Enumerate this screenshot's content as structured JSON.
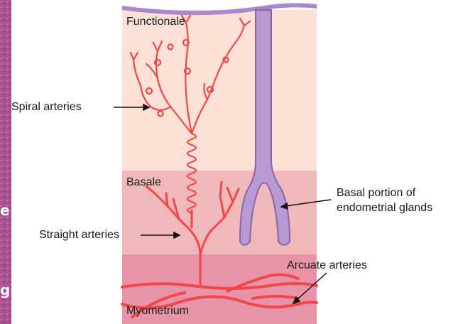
{
  "diagram": {
    "layers": {
      "functionale": "Functionale",
      "basale": "Basale",
      "myometrium": "Myometrium"
    },
    "callouts": {
      "spiral_arteries": "Spiral arteries",
      "straight_arteries": "Straight arteries",
      "basal_glands_line1": "Basal portion of",
      "basal_glands_line2": "endometrial glands",
      "arcuate_arteries": "Arcuate arteries"
    },
    "left_strip_glyphs": [
      "e",
      "g"
    ]
  },
  "colors": {
    "functionale": "#fde0d6",
    "basale": "#f0b9b9",
    "myometrium": "#e893a8",
    "artery": "#f04848",
    "gland_fill": "#b79ad1",
    "gland_stroke": "#8a63ad",
    "left_strip": "#9b4a86"
  }
}
